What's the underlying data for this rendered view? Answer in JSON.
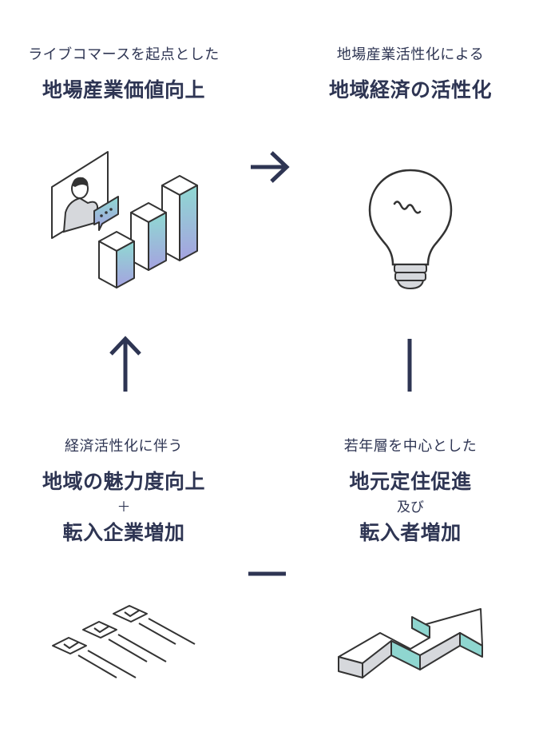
{
  "q1": {
    "sub": "ライブコマースを起点とした",
    "main": "地場産業価値向上"
  },
  "q2": {
    "sub": "地場産業活性化による",
    "main": "地域経済の活性化"
  },
  "q3": {
    "sub": "経済活性化に伴う",
    "main": "地域の魅力度向上",
    "plus": "＋",
    "main2": "転入企業増加"
  },
  "q4": {
    "sub": "若年層を中心とした",
    "main": "地元定住促進",
    "conj": "及び",
    "main2": "転入者増加"
  },
  "colors": {
    "text": "#2e3553",
    "arrow": "#2e3553",
    "accent_teal": "#8fd6d0",
    "accent_purple": "#a6a3de",
    "outline": "#3a3a3a"
  }
}
